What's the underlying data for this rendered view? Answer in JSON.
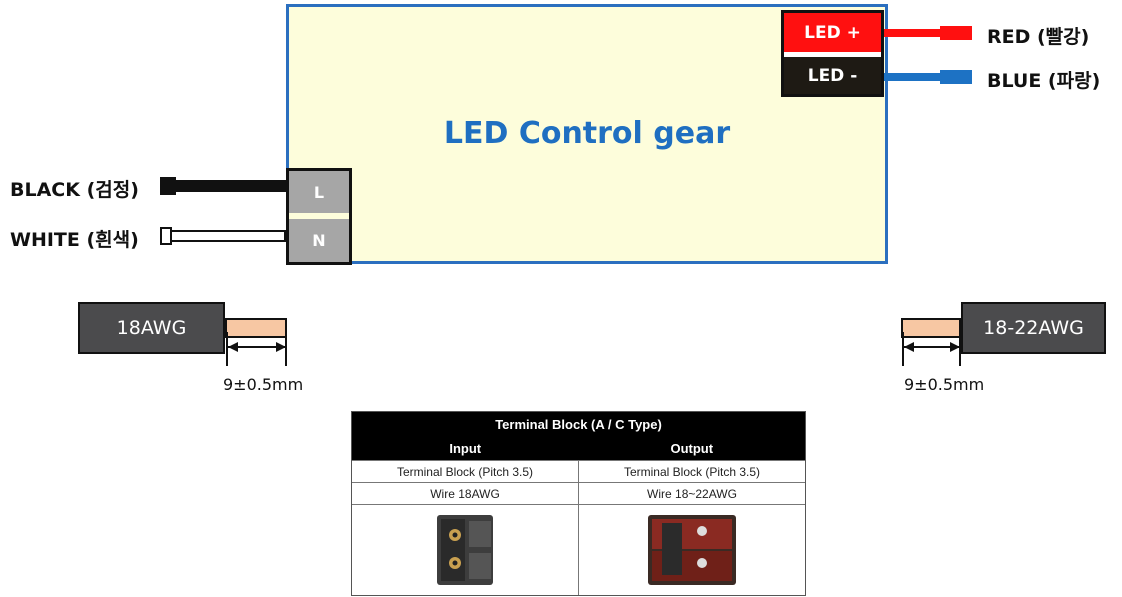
{
  "gear": {
    "title": "LED Control gear"
  },
  "output": {
    "plus_label": "LED +",
    "minus_label": "LED -",
    "red_label": "RED (빨강)",
    "blue_label": "BLUE (파랑)",
    "colors": {
      "red": "#ff1010",
      "blue": "#1d72c4",
      "terminal_dark": "#1e1a14"
    }
  },
  "input": {
    "l_label": "L",
    "n_label": "N",
    "black_label": "BLACK (검정)",
    "white_label": "WHITE (흰색)"
  },
  "wire_strip": {
    "left": {
      "gauge": "18AWG",
      "strip_length": "9±0.5mm"
    },
    "right": {
      "gauge": "18-22AWG",
      "strip_length": "9±0.5mm"
    }
  },
  "table": {
    "title": "Terminal Block (A / C Type)",
    "columns": [
      "Input",
      "Output"
    ],
    "rows": [
      [
        "Terminal Block (Pitch 3.5)",
        "Terminal Block (Pitch 3.5)"
      ],
      [
        "Wire 18AWG",
        "Wire 18~22AWG"
      ]
    ]
  }
}
